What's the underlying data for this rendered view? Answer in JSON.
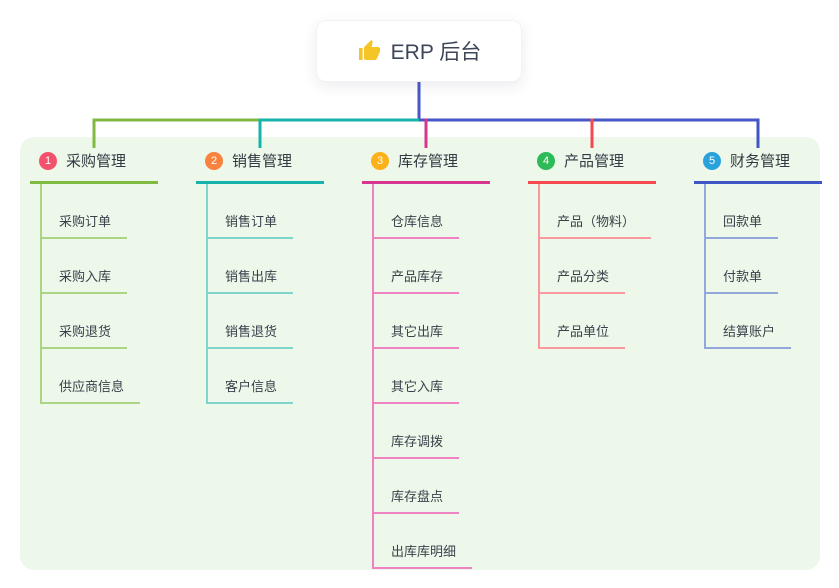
{
  "root": {
    "title": "ERP 后台",
    "icon": "thumbs-up-icon",
    "icon_color": "#f5c426"
  },
  "colors": {
    "panel_bg": "#edf8ea",
    "root_connector": "#4757c6",
    "text": "#363d47"
  },
  "branches": [
    {
      "index": "1",
      "title": "采购管理",
      "circle_color": "#f4516c",
      "line_color": "#80ba40",
      "child_line_color": "#abd585",
      "children": [
        "采购订单",
        "采购入库",
        "采购退货",
        "供应商信息"
      ]
    },
    {
      "index": "2",
      "title": "销售管理",
      "circle_color": "#f9823f",
      "line_color": "#16b3aa",
      "child_line_color": "#7fd5ce",
      "children": [
        "销售订单",
        "销售出库",
        "销售退货",
        "客户信息"
      ]
    },
    {
      "index": "3",
      "title": "库存管理",
      "circle_color": "#fbb117",
      "line_color": "#d6368f",
      "child_line_color": "#ef83c1",
      "children": [
        "仓库信息",
        "产品库存",
        "其它出库",
        "其它入库",
        "库存调拨",
        "库存盘点",
        "出库库明细"
      ]
    },
    {
      "index": "4",
      "title": "产品管理",
      "circle_color": "#2fba58",
      "line_color": "#f5494f",
      "child_line_color": "#f9999d",
      "children": [
        "产品（物料）",
        "产品分类",
        "产品单位"
      ]
    },
    {
      "index": "5",
      "title": "财务管理",
      "circle_color": "#28a2dc",
      "line_color": "#3f55c6",
      "child_line_color": "#92a8dd",
      "children": [
        "回款单",
        "付款单",
        "结算账户"
      ]
    }
  ]
}
